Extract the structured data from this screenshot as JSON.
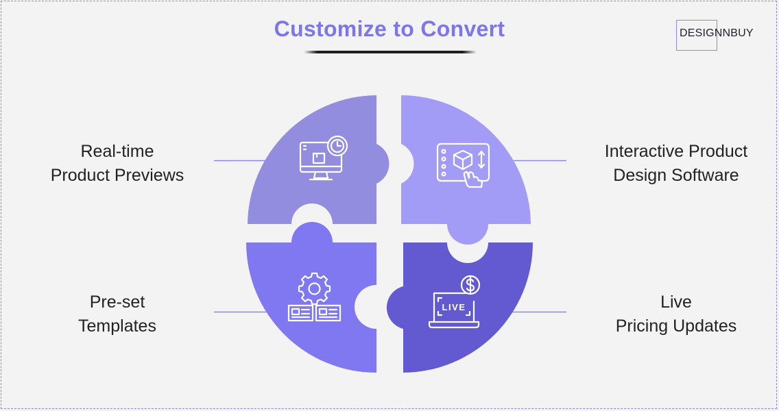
{
  "header": {
    "title": "Customize to Convert",
    "logo": "DESIGNNBUY"
  },
  "features": [
    {
      "lines": [
        "Real-time",
        "Product Previews"
      ],
      "icon": "monitor-clock-icon",
      "color": "#938ddf"
    },
    {
      "lines": [
        "Interactive Product",
        "Design Software"
      ],
      "icon": "tablet-3d-box-icon",
      "color": "#a29cf6"
    },
    {
      "lines": [
        "Pre-set",
        "Templates"
      ],
      "icon": "gear-templates-icon",
      "color": "#7f78f0"
    },
    {
      "lines": [
        "Live",
        "Pricing Updates"
      ],
      "icon": "laptop-live-price-icon",
      "color": "#635ad1"
    }
  ],
  "icon_text": {
    "live": "LIVE"
  },
  "colors": {
    "accent": "#7d76e6",
    "frame": "#8e87e8",
    "connector": "#8e87e8"
  }
}
